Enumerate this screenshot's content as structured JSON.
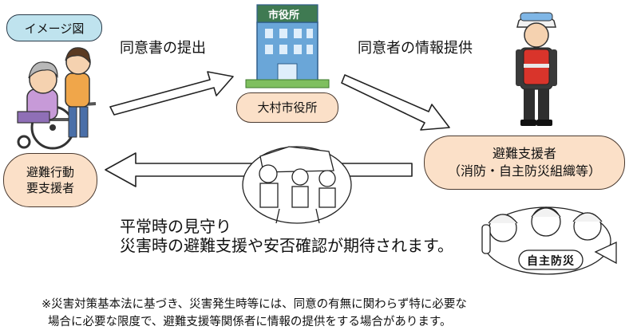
{
  "image_tag": "イメージ図",
  "nodes": {
    "left_line1": "避難行動",
    "left_line2": "要支援者",
    "city_office": "大村市役所",
    "building_sign": "市役所",
    "right_line1": "避難支援者",
    "right_line2": "（消防・自主防災組織等）"
  },
  "arrows": {
    "to_city": "同意書の提出",
    "to_supporter": "同意者の情報提供"
  },
  "message": {
    "line1": "平常時の見守り",
    "line2": "災害時の避難支援や安否確認が期待されます。"
  },
  "badge": "自主防災",
  "footnote": {
    "line1": "※災害対策基本法に基づき、災害発生時等には、同意の有無に関わらず特に必要な",
    "line2": "場合に必要な限度で、避難支援等関係者に情報の提供をする場合があります。"
  },
  "colors": {
    "tag_fill": "#bfe3ee",
    "pill_fill": "#fbe0c8",
    "building": "#6aa6d8",
    "vest": "#d9342b"
  }
}
